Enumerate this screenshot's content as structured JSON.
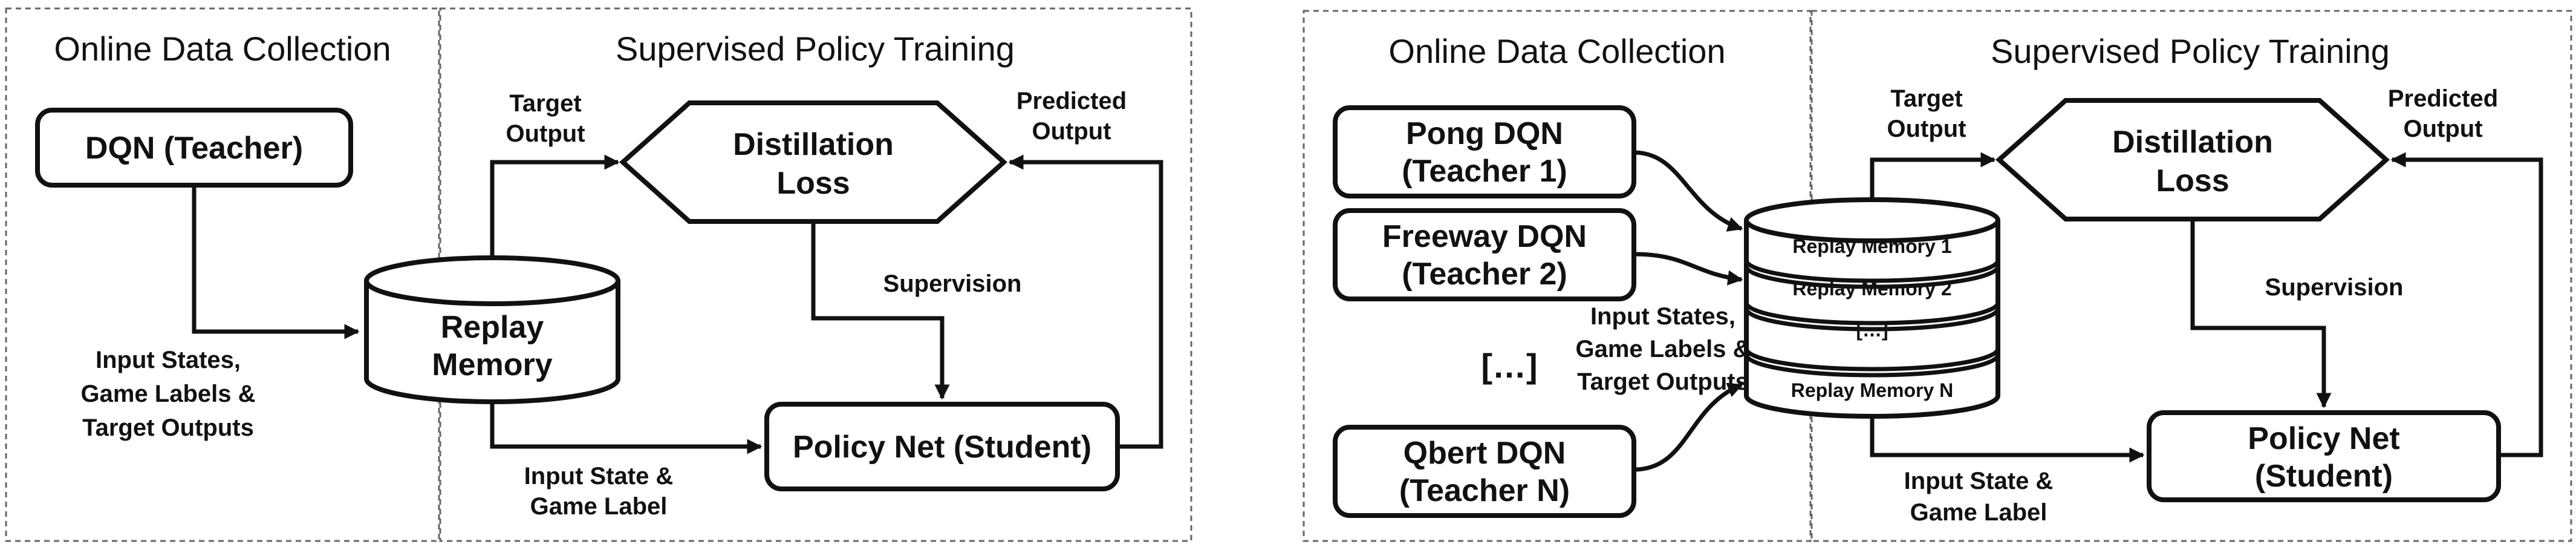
{
  "left": {
    "panel_collection_title": "Online Data Collection",
    "panel_training_title": "Supervised Policy Training",
    "teacher": "DQN (Teacher)",
    "memory": [
      "Replay",
      "Memory"
    ],
    "loss": [
      "Distillation",
      "Loss"
    ],
    "student": "Policy Net (Student)",
    "target_output": [
      "Target",
      "Output"
    ],
    "predicted_output": [
      "Predicted",
      "Output"
    ],
    "supervision": "Supervision",
    "input_states": [
      "Input States,",
      "Game Labels &",
      "Target Outputs"
    ],
    "input_state": [
      "Input State &",
      "Game Label"
    ]
  },
  "right": {
    "panel_collection_title": "Online Data Collection",
    "panel_training_title": "Supervised Policy Training",
    "teachers": [
      [
        "Pong DQN",
        "(Teacher 1)"
      ],
      [
        "Freeway DQN",
        "(Teacher 2)"
      ],
      [
        "Qbert DQN",
        "(Teacher N)"
      ]
    ],
    "ellipsis": "[…]",
    "memory_slots": [
      "Replay Memory 1",
      "Replay Memory 2",
      "[…]",
      "Replay Memory N"
    ],
    "loss": [
      "Distillation",
      "Loss"
    ],
    "student": [
      "Policy Net",
      "(Student)"
    ],
    "target_output": [
      "Target",
      "Output"
    ],
    "predicted_output": [
      "Predicted",
      "Output"
    ],
    "supervision": "Supervision",
    "input_states": [
      "Input States,",
      "Game Labels &",
      "Target Outputs"
    ],
    "input_state": [
      "Input State &",
      "Game Label"
    ]
  }
}
